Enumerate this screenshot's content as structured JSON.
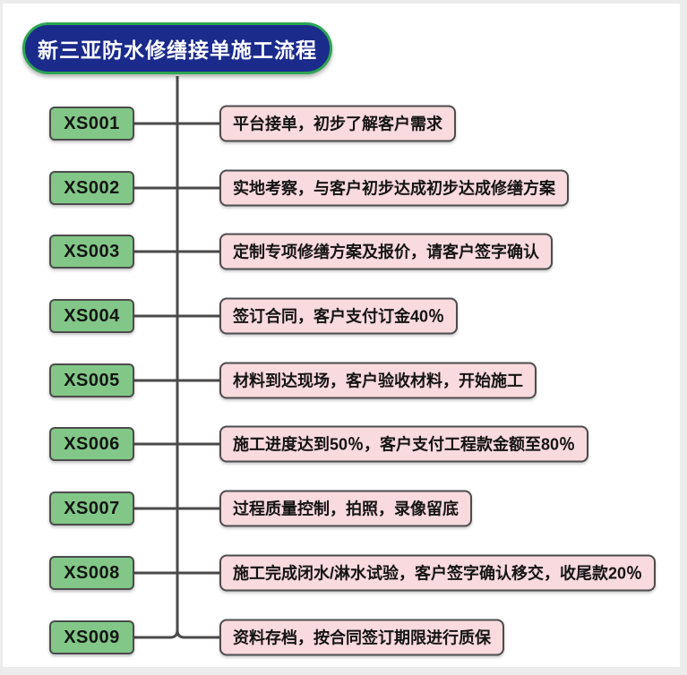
{
  "title": "新三亚防水修缮接单施工流程",
  "steps": [
    {
      "id": "XS001",
      "desc": "平台接单，初步了解客户需求"
    },
    {
      "id": "XS002",
      "desc": "实地考察，与客户初步达成初步达成修缮方案"
    },
    {
      "id": "XS003",
      "desc": "定制专项修缮方案及报价，请客户签字确认"
    },
    {
      "id": "XS004",
      "desc": "签订合同，客户支付订金40％"
    },
    {
      "id": "XS005",
      "desc": "材料到达现场，客户验收材料，开始施工"
    },
    {
      "id": "XS006",
      "desc": "施工进度达到50％，客户支付工程款金额至80％"
    },
    {
      "id": "XS007",
      "desc": "过程质量控制，拍照，录像留底"
    },
    {
      "id": "XS008",
      "desc": "施工完成闭水/淋水试验，客户签字确认移交，收尾款20％"
    },
    {
      "id": "XS009",
      "desc": "资料存档，按合同签订期限进行质保"
    }
  ],
  "colors": {
    "title_bg": "#1a2b8c",
    "title_border": "#2ca552",
    "title_text": "#ffffff",
    "step_id_bg": "#82c787",
    "step_desc_bg": "#f9dade",
    "box_border": "#4c4c4c",
    "connector_line": "#4a4a4a",
    "canvas_bg": "#ffffff",
    "page_edge": "#ececec"
  }
}
